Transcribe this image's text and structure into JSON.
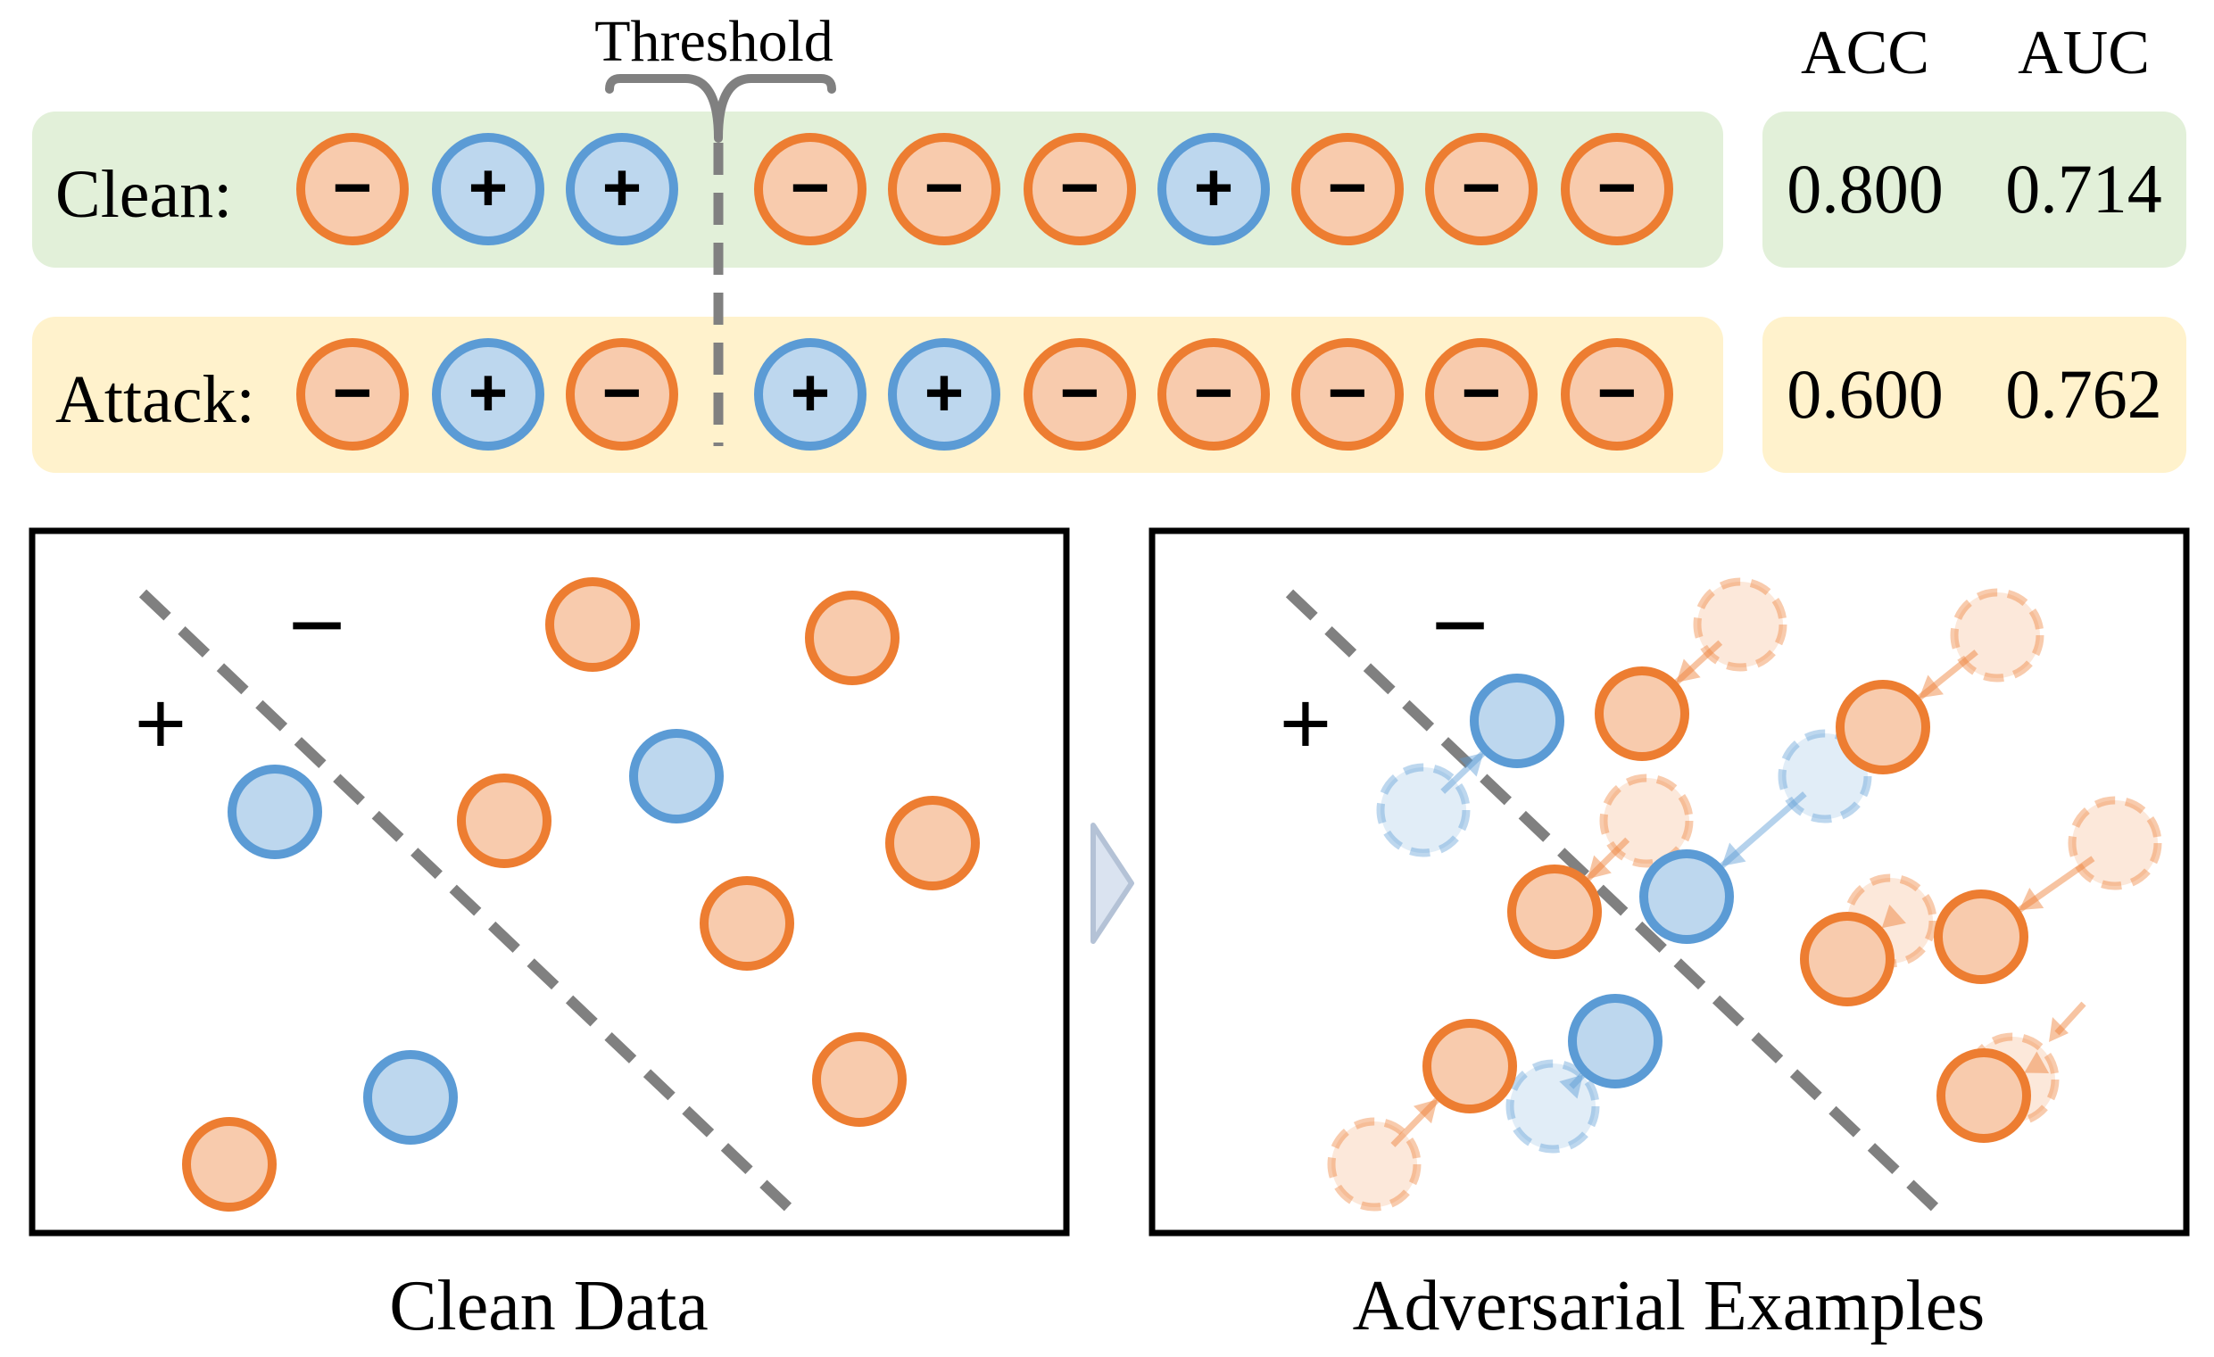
{
  "threshold_label": "Threshold",
  "metric_headers": [
    "ACC",
    "AUC"
  ],
  "rows": [
    {
      "label": "Clean:",
      "signs": [
        "−",
        "+",
        "+",
        "−",
        "−",
        "−",
        "+",
        "−",
        "−",
        "−"
      ],
      "acc": "0.800",
      "auc": "0.714"
    },
    {
      "label": "Attack:",
      "signs": [
        "−",
        "+",
        "−",
        "+",
        "+",
        "−",
        "−",
        "−",
        "−",
        "−"
      ],
      "acc": "0.600",
      "auc": "0.762"
    }
  ],
  "panels": {
    "clean": {
      "caption": "Clean Data",
      "plus_label": "+",
      "minus_label": "−"
    },
    "adversarial": {
      "caption": "Adversarial Examples",
      "plus_label": "+",
      "minus_label": "−"
    }
  },
  "colors": {
    "orange_stroke": "#ED7D31",
    "orange_fill": "#F8CBAD",
    "blue_stroke": "#5B9BD5",
    "blue_fill": "#BDD7EE",
    "green_band": "#E2F0D9",
    "yellow_band": "#FFF2CC",
    "dashed_line": "#808080",
    "arrow_gray": "#B4C2D6"
  }
}
